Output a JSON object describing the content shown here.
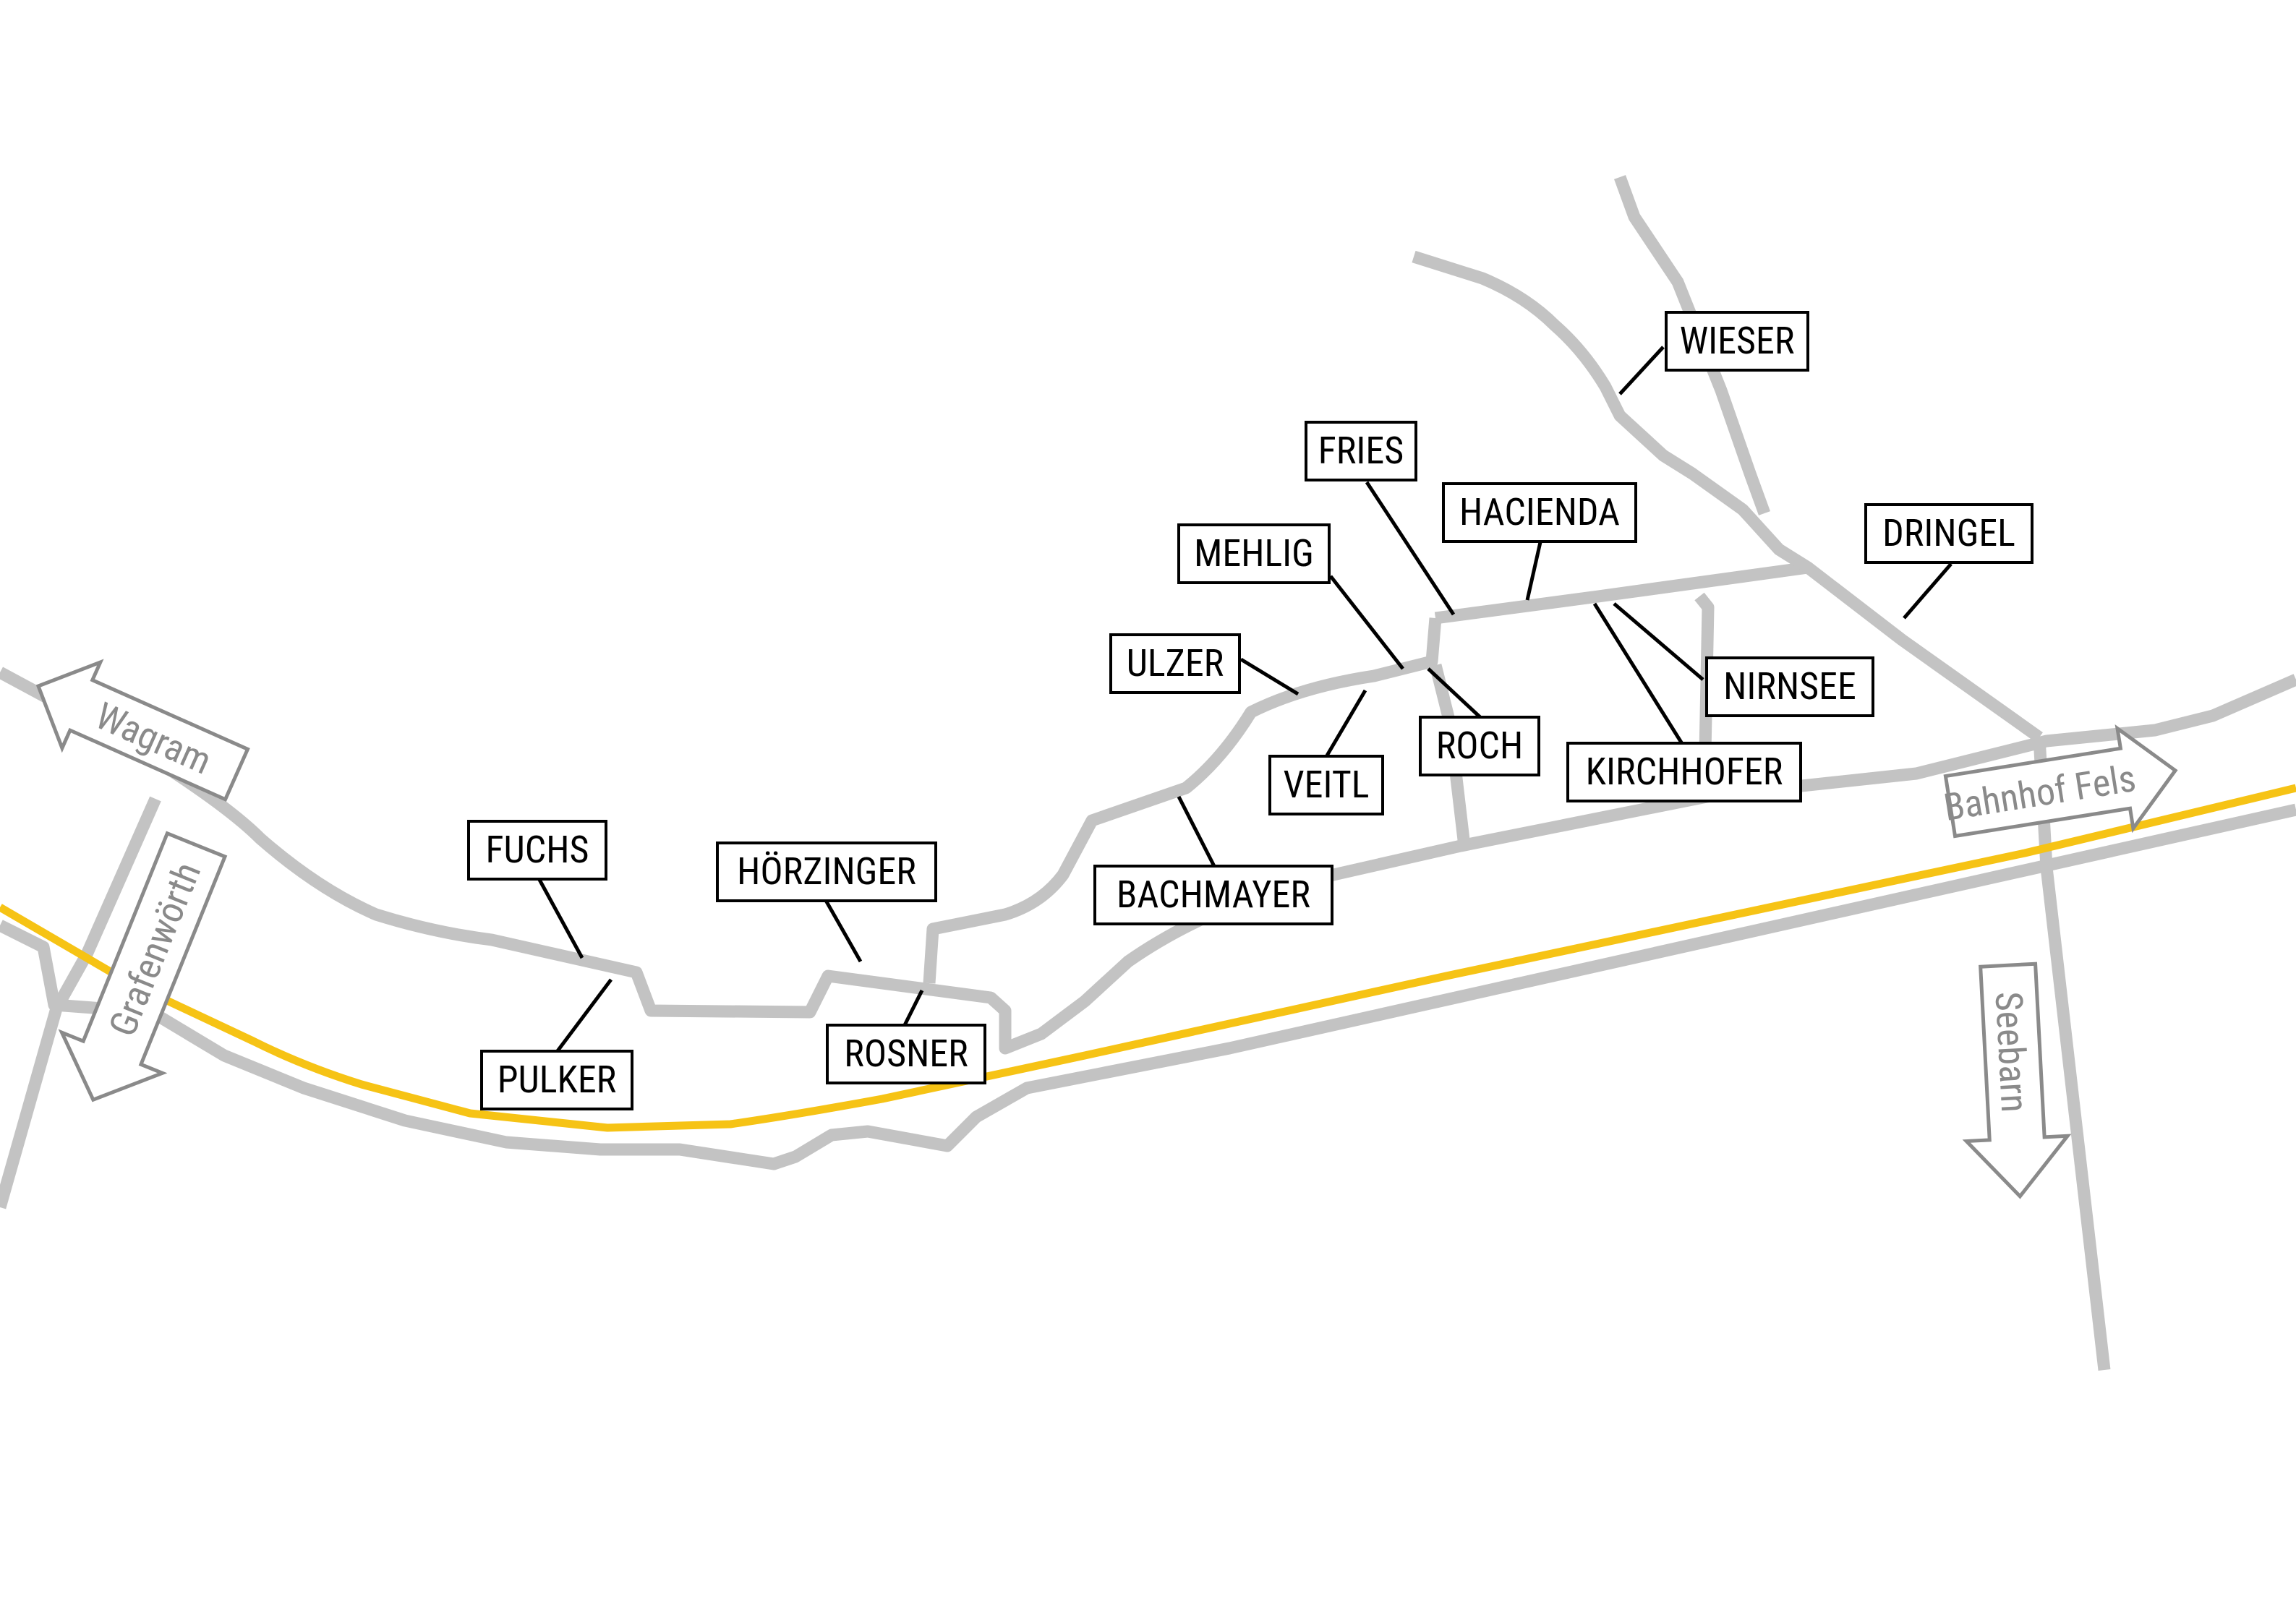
{
  "colors": {
    "background": "#ffffff",
    "road": "#c3c3c3",
    "main_road": "#f6c315",
    "label_border": "#000000",
    "direction_arrow": "#8a8a8a"
  },
  "directions": {
    "wagram": "Wagram",
    "grafenwoerth": "Grafenwörth",
    "bahnhof_fels": "Bahnhof Fels",
    "seebarn": "Seebarn"
  },
  "places": {
    "wieser": "WIESER",
    "fries": "FRIES",
    "hacienda": "HACIENDA",
    "dringel": "DRINGEL",
    "mehlig": "MEHLIG",
    "ulzer": "ULZER",
    "nirnsee": "NIRNSEE",
    "roch": "ROCH",
    "kirchhofer": "KIRCHHOFER",
    "veitl": "VEITL",
    "bachmayer": "BACHMAYER",
    "fuchs": "FUCHS",
    "hoerzinger": "HÖRZINGER",
    "pulker": "PULKER",
    "rosner": "ROSNER"
  }
}
